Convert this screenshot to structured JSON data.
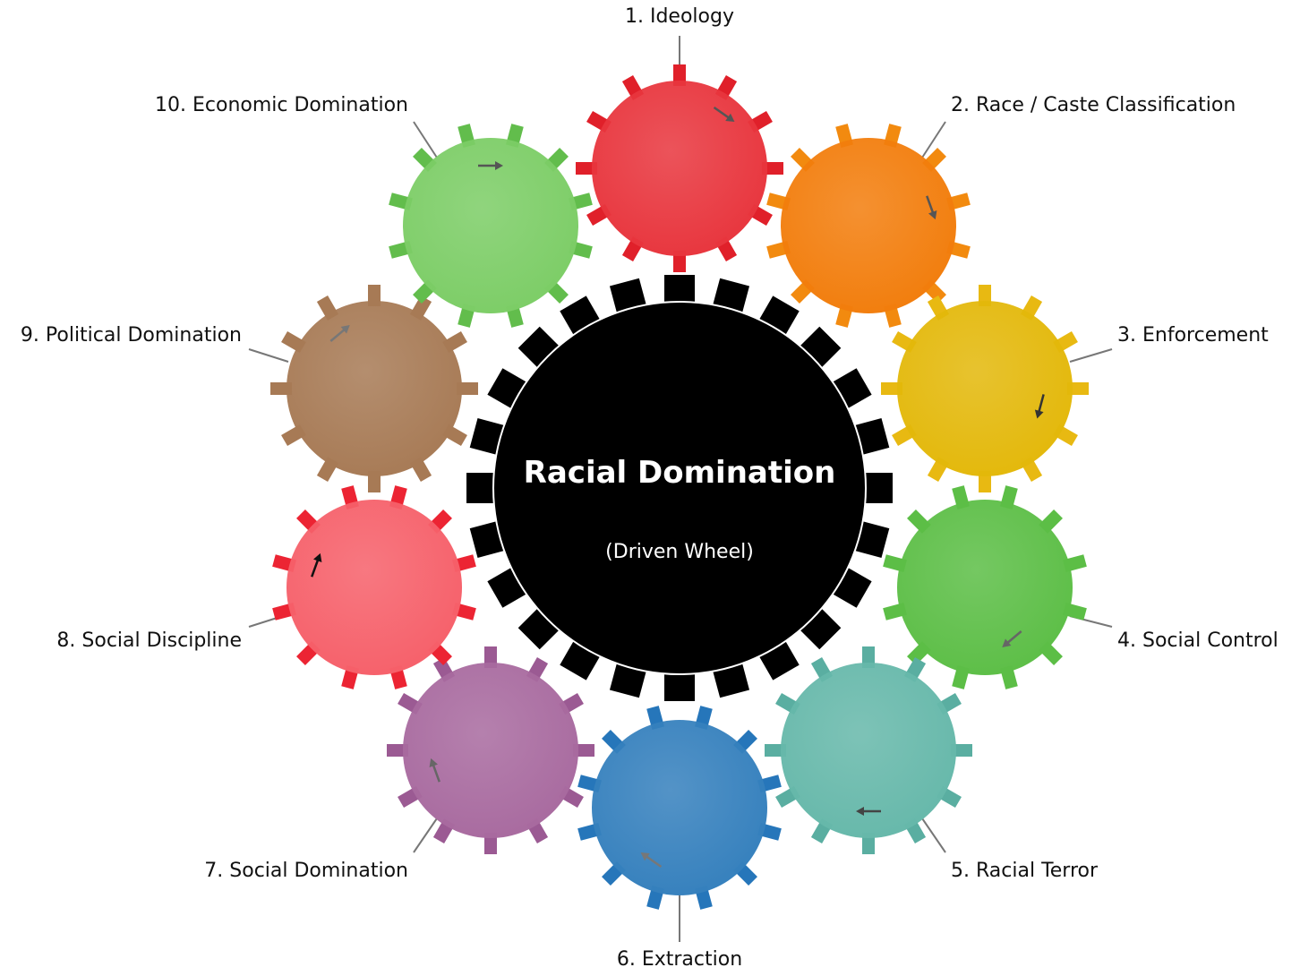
{
  "center": {
    "title": "Racial Domination",
    "subtitle": "(Driven Wheel)",
    "color": "#000000"
  },
  "gears": [
    {
      "label": "1. Ideology",
      "color": "#e8353d",
      "tooth": "#e0202a",
      "arrow": "#555555"
    },
    {
      "label": "2. Race / Caste Classification",
      "color": "#f27d0c",
      "tooth": "#f28a0f",
      "arrow": "#555555"
    },
    {
      "label": "3. Enforcement",
      "color": "#e3b80a",
      "tooth": "#e8b912",
      "arrow": "#333333"
    },
    {
      "label": "4. Social Control",
      "color": "#5cbe46",
      "tooth": "#5cbe46",
      "arrow": "#666666"
    },
    {
      "label": "5. Racial Terror",
      "color": "#66b8aa",
      "tooth": "#5aaea1",
      "arrow": "#444444"
    },
    {
      "label": "6. Extraction",
      "color": "#3580bd",
      "tooth": "#2676ba",
      "arrow": "#777777"
    },
    {
      "label": "7. Social Domination",
      "color": "#a86a9f",
      "tooth": "#9b5a93",
      "arrow": "#666666"
    },
    {
      "label": "8. Social Discipline",
      "color": "#f6606a",
      "tooth": "#ec2433",
      "arrow": "#111111"
    },
    {
      "label": "9. Political Domination",
      "color": "#a77a55",
      "tooth": "#a77a55",
      "arrow": "#777777"
    },
    {
      "label": "10. Economic Domination",
      "color": "#7ccd66",
      "tooth": "#62bd4c",
      "arrow": "#555555"
    }
  ]
}
